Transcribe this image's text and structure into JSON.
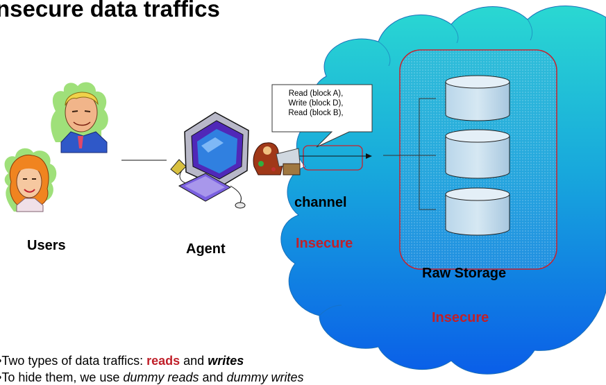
{
  "title": "nsecure data traffics",
  "labels": {
    "users": "Users",
    "agent": "Agent",
    "channel": "channel",
    "channel_status": "Insecure",
    "storage": "Raw Storage",
    "storage_status": "Insecure"
  },
  "callout": {
    "lines": [
      "Read (block A),",
      "Write (block D),",
      "Read (block B),"
    ]
  },
  "bullets": [
    {
      "marker": "•",
      "parts": [
        {
          "text": "Two types of data traffics: ",
          "style": "normal"
        },
        {
          "text": "reads",
          "style": "bold-red"
        },
        {
          "text": " and ",
          "style": "normal"
        },
        {
          "text": "writes",
          "style": "bold-italic"
        }
      ]
    },
    {
      "marker": "•",
      "parts": [
        {
          "text": "To hide them, we use ",
          "style": "normal"
        },
        {
          "text": "dummy reads",
          "style": "italic"
        },
        {
          "text": " and ",
          "style": "normal"
        },
        {
          "text": "dummy writes",
          "style": "italic"
        }
      ]
    }
  ],
  "colors": {
    "cloud_top": "#29d6d0",
    "cloud_bottom": "#0a64e8",
    "storage_border": "#c8202c",
    "status_red": "#c0202a"
  },
  "icons": [
    "user-man-icon",
    "user-woman-icon",
    "computer-icon",
    "attacker-icon",
    "database-cylinder-icon"
  ]
}
